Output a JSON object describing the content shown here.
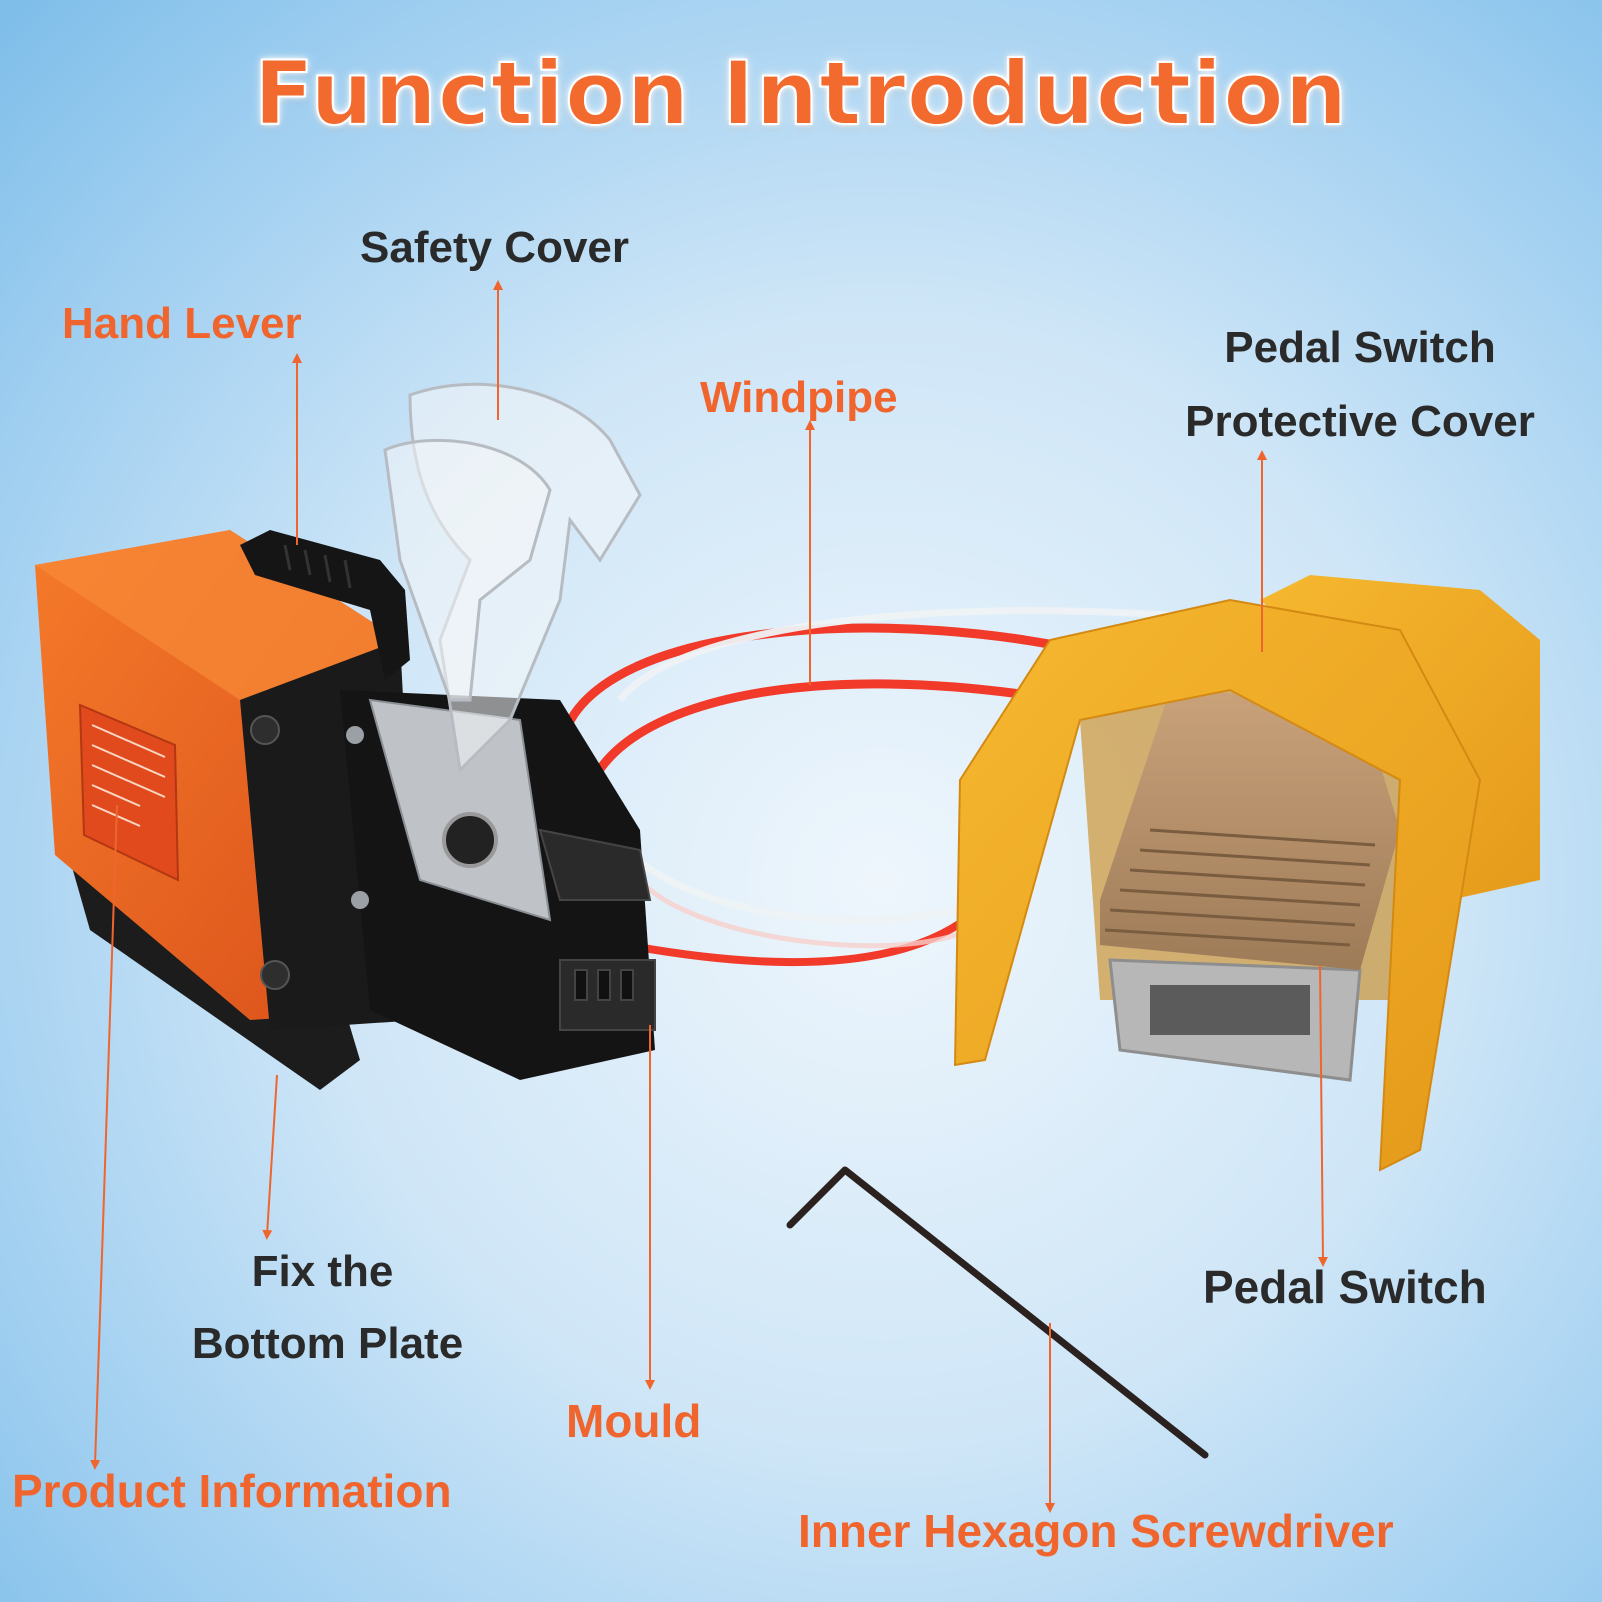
{
  "title": "Function Introduction",
  "labels": {
    "safety_cover": "Safety Cover",
    "hand_lever": "Hand Lever",
    "windpipe": "Windpipe",
    "pedal_cover_line1": "Pedal Switch",
    "pedal_cover_line2": "Protective Cover",
    "fix_plate_line1": "Fix the",
    "fix_plate_line2": "Bottom Plate",
    "mould": "Mould",
    "product_information": "Product Information",
    "pedal_switch": "Pedal Switch",
    "hex_screwdriver": "Inner Hexagon Screwdriver"
  },
  "colors": {
    "accent_orange": "#f0652d",
    "label_dark": "#2a2a2a",
    "machine_orange": "#ee6a1f",
    "cover_yellow": "#f2a823",
    "background_blue": "#9ccdf0"
  }
}
